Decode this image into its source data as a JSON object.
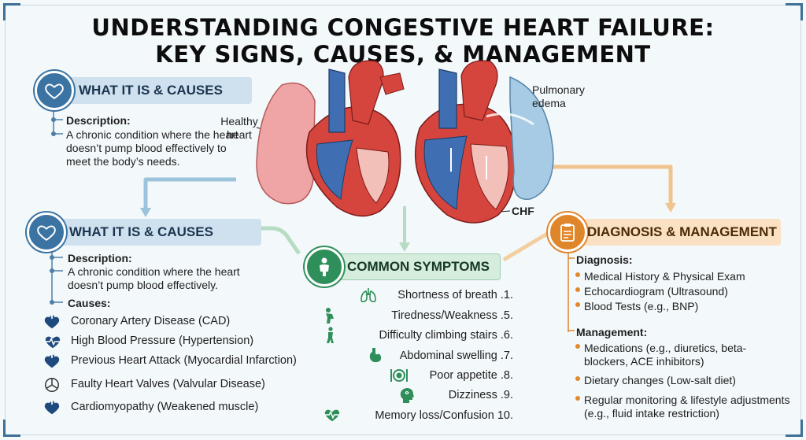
{
  "title_line1": "UNDERSTANDING CONGESTIVE HEART FAILURE:",
  "title_line2": "KEY SIGNS, CAUSES, & MANAGEMENT",
  "top_section": {
    "header": "WHAT IT IS & CAUSES",
    "desc_label": "Description:",
    "desc_text": "A chronic condition where the heart doesn’t pump blood effectively to meet the body’s needs."
  },
  "illustration": {
    "healthy_label": "Healthy heart",
    "chf_label": "CHF",
    "edema_label": "Pulmonary edema"
  },
  "left_section": {
    "header": "WHAT IT IS & CAUSES",
    "desc_label": "Description:",
    "desc_text": "A chronic condition where the heart doesn’t pump blood effectively.",
    "causes_label": "Causes:",
    "causes": [
      {
        "label": "Coronary Artery Disease (CAD)",
        "icon": "heart-icon"
      },
      {
        "label": "High Blood Pressure (Hypertension)",
        "icon": "heartbeat-icon"
      },
      {
        "label": "Previous Heart Attack (Myocardial Infarction)",
        "icon": "heart-icon"
      },
      {
        "label": "Faulty Heart Valves (Valvular Disease)",
        "icon": "valve-icon"
      },
      {
        "label": "Cardiomyopathy (Weakened muscle)",
        "icon": "heart-icon"
      }
    ]
  },
  "symptoms": {
    "header": "COMMON SYMPTOMS",
    "items": [
      {
        "label": "Shortness of breath .1.",
        "icon": "lungs-icon"
      },
      {
        "label": "Tiredness/Weakness .5.",
        "icon": "tired-person-icon"
      },
      {
        "label": "Difficulty climbing stairs .6.",
        "icon": "stairs-icon"
      },
      {
        "label": "Abdominal swelling .7.",
        "icon": "stomach-icon"
      },
      {
        "label": "Poor appetite .8.",
        "icon": "plate-icon"
      },
      {
        "label": "Dizziness .9.",
        "icon": "dizzy-head-icon"
      },
      {
        "label": "Memory loss/Confusion 10.",
        "icon": "heartbeat-icon"
      }
    ]
  },
  "diagnosis": {
    "header": "DIAGNOSIS & MANAGEMENT",
    "diag_label": "Diagnosis:",
    "diag_items": [
      "Medical History & Physical Exam",
      "Echocardiogram (Ultrasound)",
      "Blood Tests (e.g., BNP)"
    ],
    "mgmt_label": "Management:",
    "mgmt_items": [
      "Medications (e.g., diuretics, beta-blockers, ACE inhibitors)",
      "Dietary changes (Low-salt diet)",
      "Regular monitoring & lifestyle adjustments (e.g., fluid intake restriction)"
    ]
  },
  "colors": {
    "blue": "#3b73a3",
    "green": "#2f8f5a",
    "orange": "#e0862a",
    "heart_red": "#d6453d",
    "vessel_blue": "#3f6fb2"
  }
}
